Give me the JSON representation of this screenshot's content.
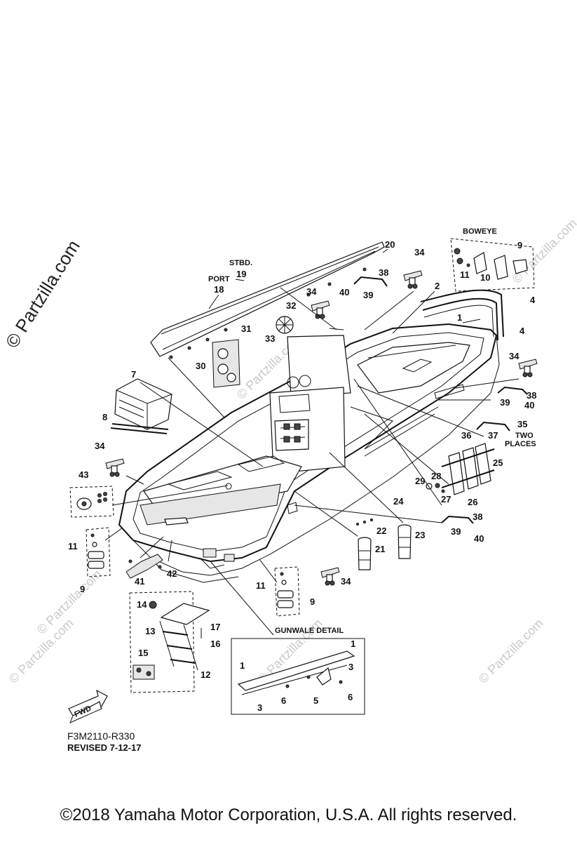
{
  "watermark": "© Partzilla.com",
  "watermark_small": "© Partzilla.com",
  "labels": {
    "boweye": "BOWEYE",
    "stbd": "STBD.",
    "port": "PORT",
    "two_places_1": "TWO",
    "two_places_2": "PLACES",
    "gunwale_detail": "GUNWALE DETAIL",
    "fwd": "FWD"
  },
  "part_numbers": [
    "1",
    "2",
    "3",
    "4",
    "5",
    "6",
    "7",
    "8",
    "9",
    "10",
    "11",
    "12",
    "13",
    "14",
    "15",
    "16",
    "17",
    "18",
    "19",
    "20",
    "21",
    "22",
    "23",
    "24",
    "25",
    "26",
    "27",
    "28",
    "29",
    "30",
    "31",
    "32",
    "33",
    "34",
    "35",
    "36",
    "37",
    "38",
    "39",
    "40",
    "41",
    "42",
    "43"
  ],
  "diagram_code": "F3M2110-R330",
  "revision": "REVISED 7-12-17",
  "copyright": "©2018  Yamaha Motor Corporation, U.S.A. All rights reserved."
}
